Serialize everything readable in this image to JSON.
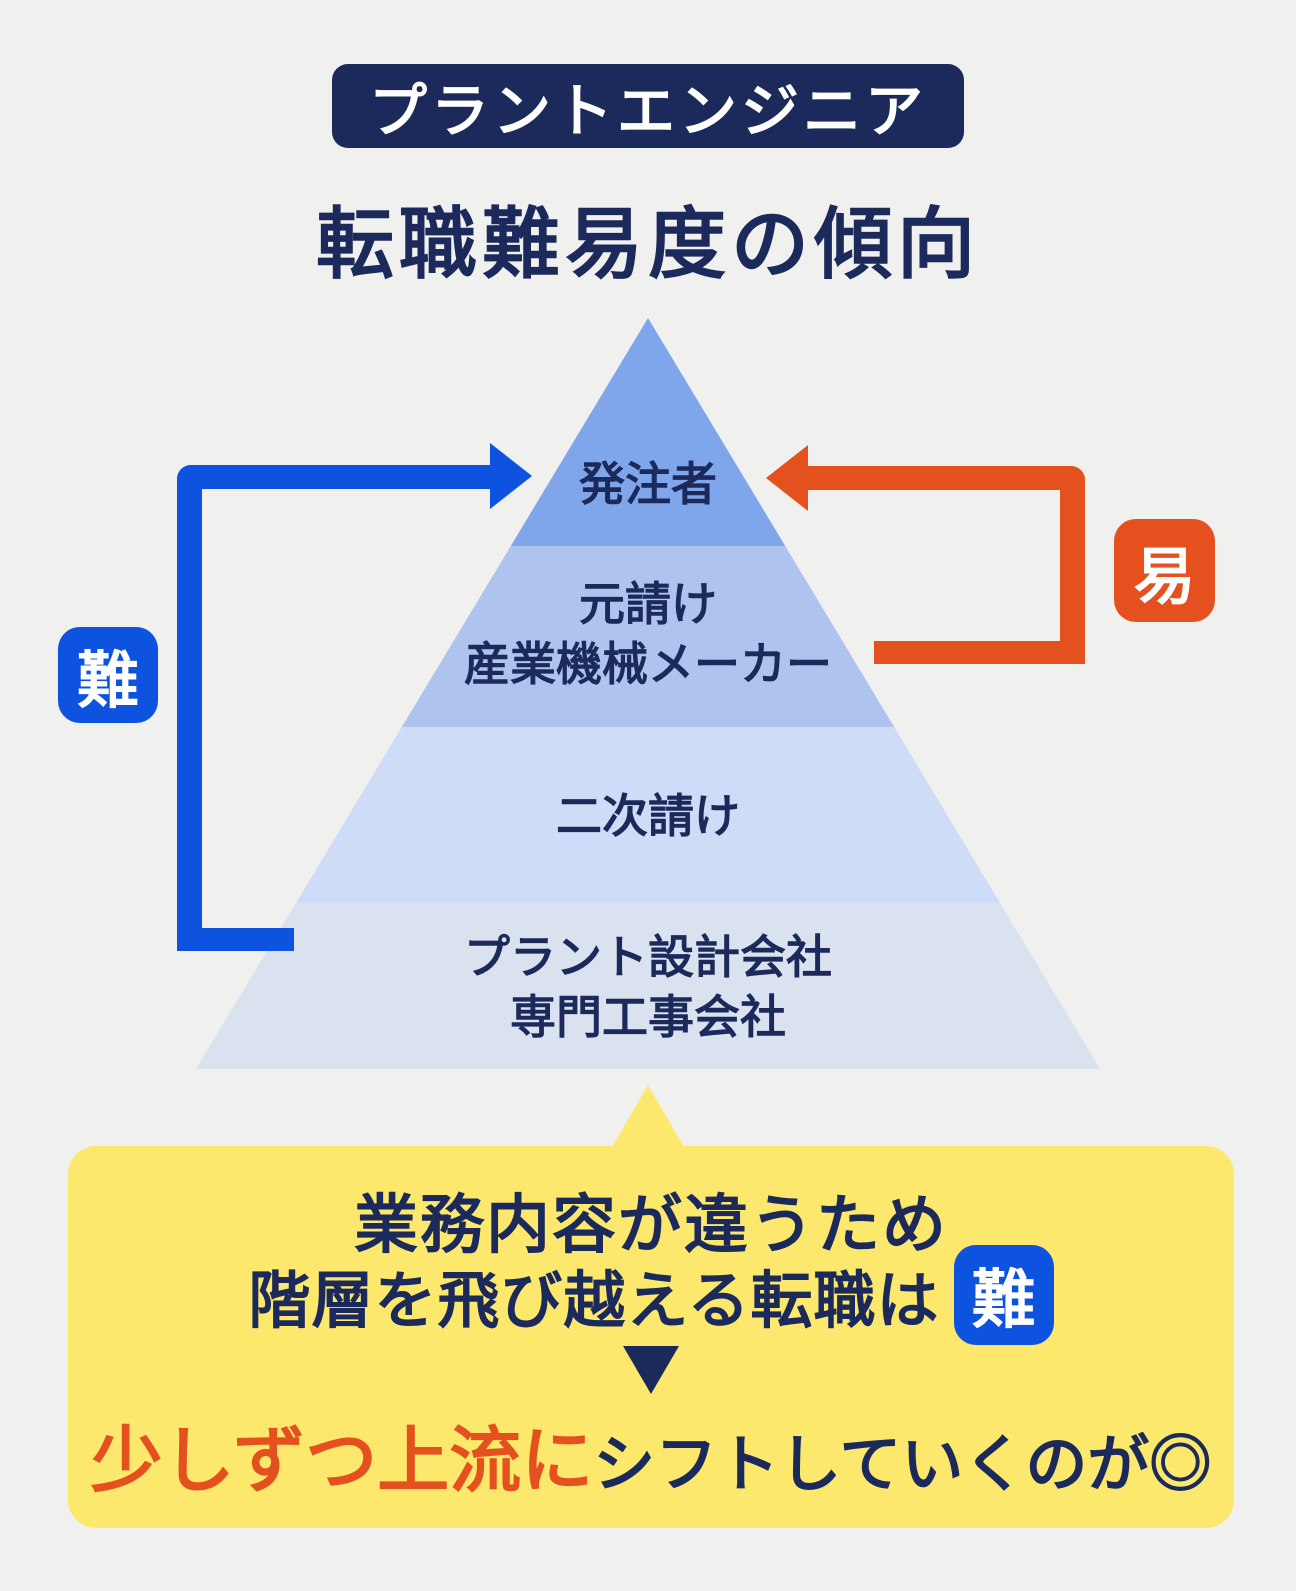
{
  "header": {
    "badge_label": "プラントエンジニア",
    "title": "転職難易度の傾向",
    "badge_bg_color": "#1b2a5b",
    "text_color": "#1b2a5b"
  },
  "pyramid": {
    "levels": [
      {
        "name": "level-1",
        "line1": "発注者",
        "color": "#7fa6ea"
      },
      {
        "name": "level-2",
        "line1": "元請け",
        "line2": "産業機械メーカー",
        "color": "#aec4ef"
      },
      {
        "name": "level-3",
        "line1": "二次請け",
        "color": "#cedcf7"
      },
      {
        "name": "level-4",
        "line1": "プラント設計会社",
        "line2": "専門工事会社",
        "color": "#dbe2ef"
      }
    ]
  },
  "difficulty": {
    "hard_label": "難",
    "hard_color": "#0d53e0",
    "hard_direction": "arrow-up-toward-apex",
    "easy_label": "易",
    "easy_color": "#e4511f",
    "easy_direction": "arrow-up-toward-apex"
  },
  "callout": {
    "bg_color": "#fbe86c",
    "line1": "業務内容が違うため",
    "line2_text": "階層を飛び越える転職は",
    "line2_badge": "難",
    "line3_highlight": "少しずつ上流に",
    "line3_rest": "シフトしていくのが◎"
  }
}
